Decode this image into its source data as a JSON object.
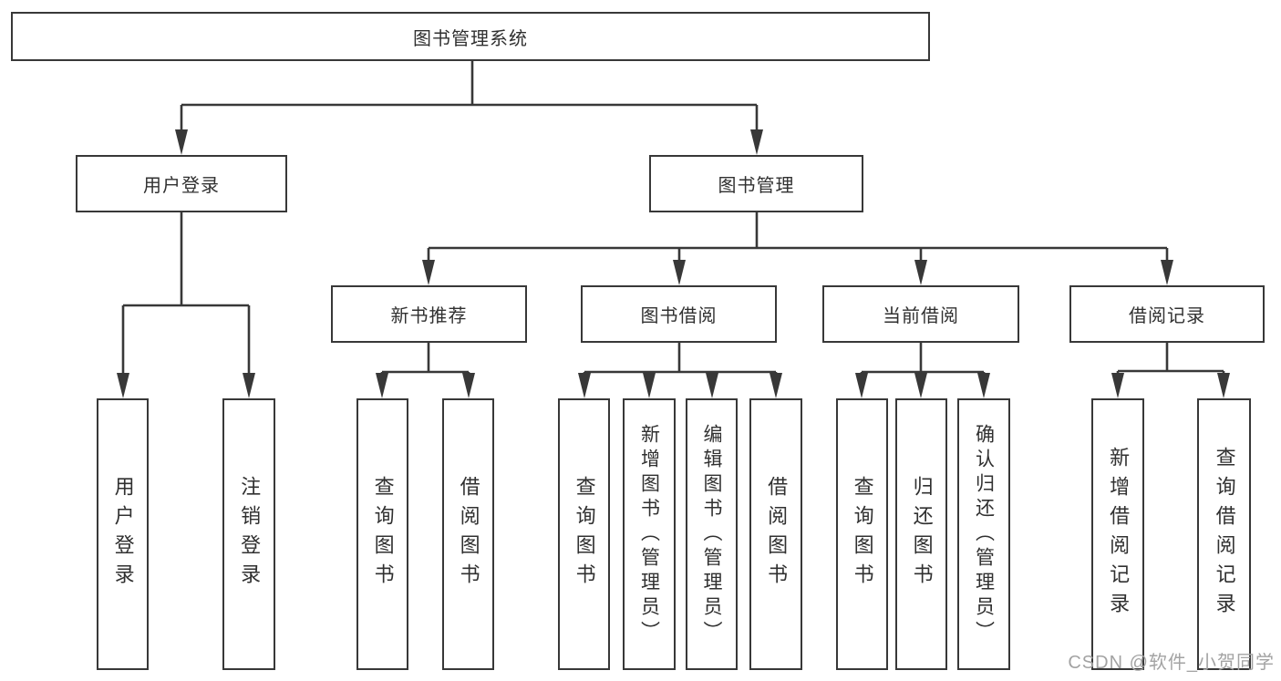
{
  "tree": {
    "root": {
      "label": "图书管理系统",
      "children": [
        {
          "label": "用户登录",
          "children": [
            {
              "label": "用户登录"
            },
            {
              "label": "注销登录"
            }
          ]
        },
        {
          "label": "图书管理",
          "children": [
            {
              "label": "新书推荐",
              "children": [
                {
                  "label": "查询图书"
                },
                {
                  "label": "借阅图书"
                }
              ]
            },
            {
              "label": "图书借阅",
              "children": [
                {
                  "label": "查询图书"
                },
                {
                  "label": "新增图书（管理员）"
                },
                {
                  "label": "编辑图书（管理员）"
                },
                {
                  "label": "借阅图书"
                }
              ]
            },
            {
              "label": "当前借阅",
              "children": [
                {
                  "label": "查询图书"
                },
                {
                  "label": "归还图书"
                },
                {
                  "label": "确认归还（管理员）"
                }
              ]
            },
            {
              "label": "借阅记录",
              "children": [
                {
                  "label": "新增借阅记录"
                },
                {
                  "label": "查询借阅记录"
                }
              ]
            }
          ]
        }
      ]
    }
  },
  "watermark": {
    "text": "CSDN @软件_小贺同学"
  },
  "colors": {
    "line": "#383838",
    "box_border": "#383838",
    "box_fill": "#ffffff",
    "text": "#303030",
    "watermark": "#a3a3a3",
    "background": "#ffffff"
  }
}
